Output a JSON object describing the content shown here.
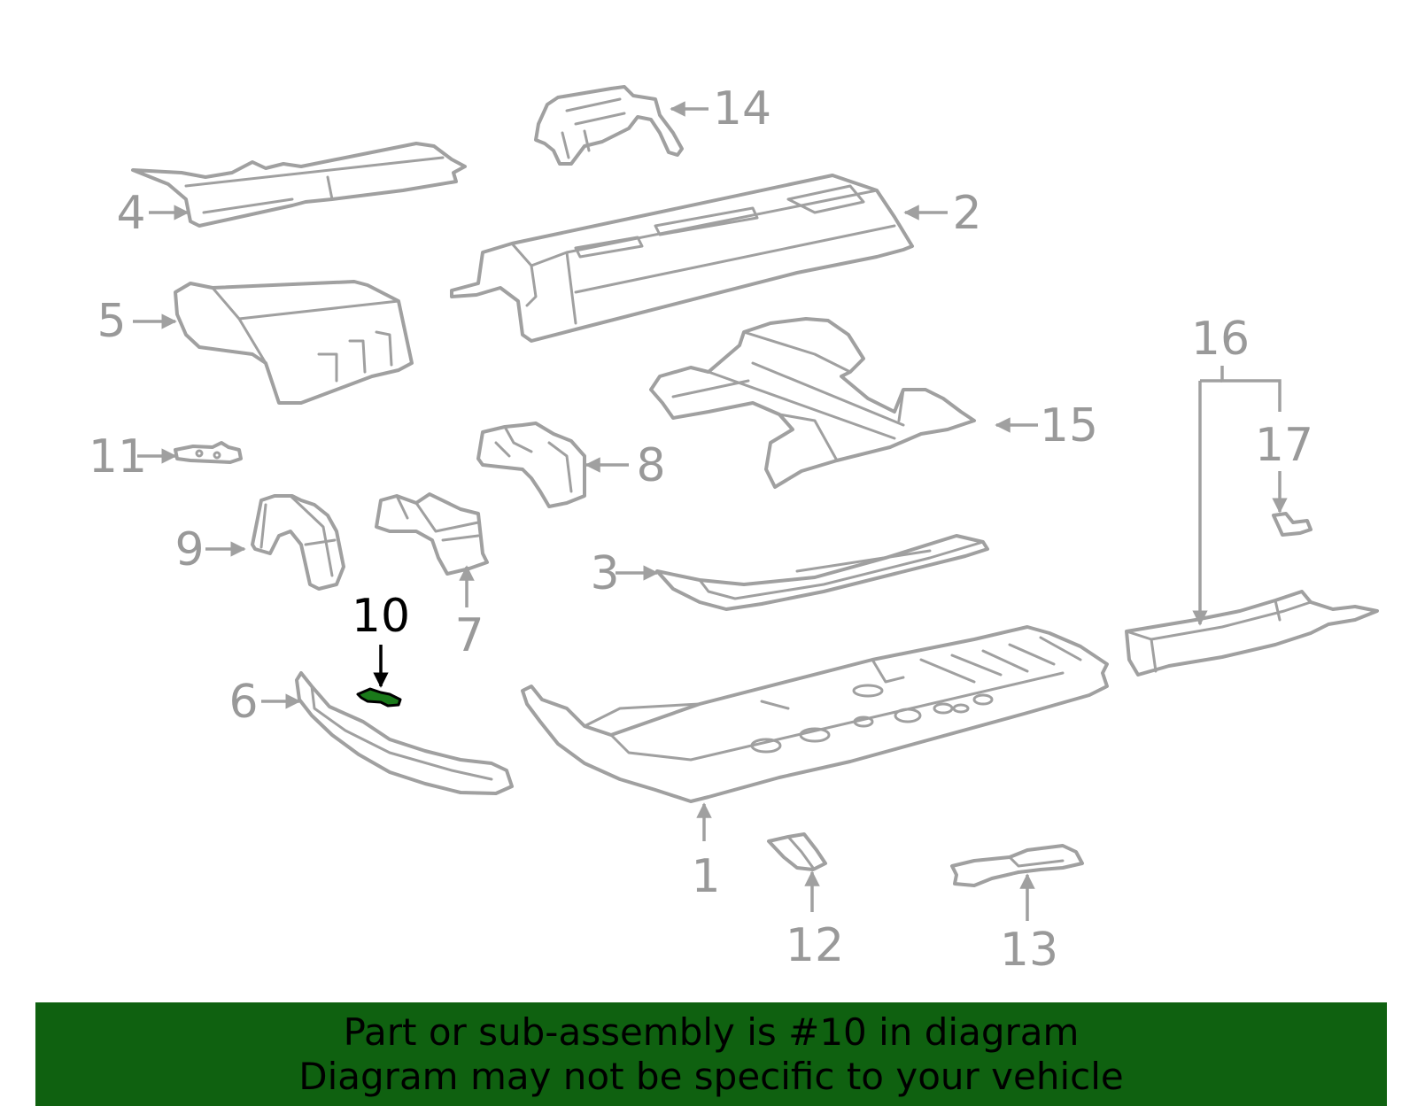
{
  "colors": {
    "part_line": "#a0a0a0",
    "callout_text": "#999999",
    "highlight_fill": "#1a7a1a",
    "highlight_text": "#000000",
    "banner_bg": "#0f6110"
  },
  "callouts": [
    "1",
    "2",
    "3",
    "4",
    "5",
    "6",
    "7",
    "8",
    "9",
    "10",
    "11",
    "12",
    "13",
    "14",
    "15",
    "16",
    "17"
  ],
  "highlighted_part": "10",
  "banner": {
    "line1": "Part or sub-assembly is #10 in diagram",
    "line2": "Diagram may not be specific to your vehicle"
  }
}
